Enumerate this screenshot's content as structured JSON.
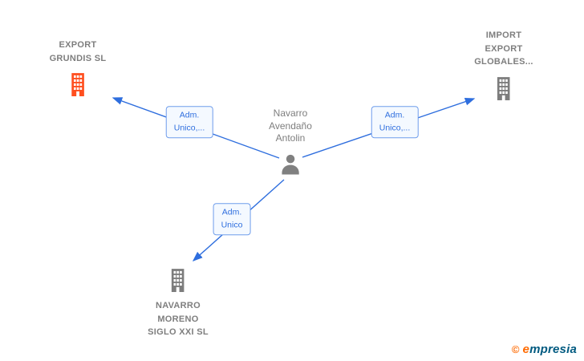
{
  "diagram": {
    "person": {
      "name": "Navarro\nAvendaño\nAntolin"
    },
    "companies": [
      {
        "name": "EXPORT\nGRUNDIS  SL",
        "icon_color": "#ff4f1f"
      },
      {
        "name": "IMPORT\nEXPORT\nGLOBALES...",
        "icon_color": "#7d7d7d"
      },
      {
        "name": "NAVARRO\nMORENO\nSIGLO XXI SL",
        "icon_color": "#7d7d7d"
      }
    ],
    "edges": [
      {
        "label": "Adm.\nUnico,..."
      },
      {
        "label": "Adm.\nUnico,..."
      },
      {
        "label": "Adm.\nUnico"
      }
    ]
  },
  "colors": {
    "edge_blue": "#2e6ede",
    "edge_label_text": "#2e6ede",
    "edge_label_background": "#f4f9ff",
    "node_label_gray": "#7e7e7e",
    "building_orange": "#ff4f1f",
    "building_gray": "#7d7d7d",
    "person_gray": "#808080",
    "brand_orange": "#ff6a00",
    "brand_navy": "#005a80"
  },
  "footer": {
    "copyright": "©",
    "brand_initial": "e",
    "brand_rest": "mpresia"
  }
}
